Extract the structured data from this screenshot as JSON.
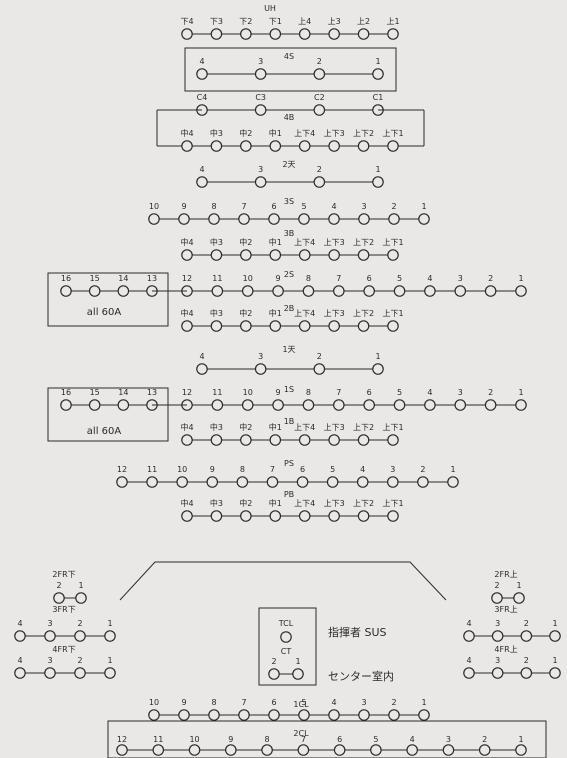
{
  "page": {
    "background": "#e9e8e6",
    "ink": "#2a2a2a"
  },
  "rows": [
    {
      "title": "UH",
      "labels": [
        "下4",
        "下3",
        "下2",
        "下1",
        "上4",
        "上3",
        "上2",
        "上1"
      ]
    },
    {
      "title": "4S",
      "labels": [
        "4",
        "3",
        "2",
        "1"
      ]
    },
    {
      "title": "4B",
      "top_labels": [
        "C4",
        "C3",
        "C2",
        "C1"
      ],
      "labels": [
        "中4",
        "中3",
        "中2",
        "中1",
        "上下4",
        "上下3",
        "上下2",
        "上下1"
      ]
    },
    {
      "title": "2天",
      "labels": [
        "4",
        "3",
        "2",
        "1"
      ]
    },
    {
      "title": "3S",
      "labels": [
        "10",
        "9",
        "8",
        "7",
        "6",
        "5",
        "4",
        "3",
        "2",
        "1"
      ]
    },
    {
      "title": "3B",
      "labels": [
        "中4",
        "中3",
        "中2",
        "中1",
        "上下4",
        "上下3",
        "上下2",
        "上下1"
      ]
    },
    {
      "title": "2S",
      "labels": [
        "12",
        "11",
        "10",
        "9",
        "8",
        "7",
        "6",
        "5",
        "4",
        "3",
        "2",
        "1"
      ]
    },
    {
      "title": "2B",
      "labels": [
        "中4",
        "中3",
        "中2",
        "中1",
        "上下4",
        "上下3",
        "上下2",
        "上下1"
      ]
    },
    {
      "title": "1天",
      "labels": [
        "4",
        "3",
        "2",
        "1"
      ]
    },
    {
      "title": "1S",
      "labels": [
        "12",
        "11",
        "10",
        "9",
        "8",
        "7",
        "6",
        "5",
        "4",
        "3",
        "2",
        "1"
      ]
    },
    {
      "title": "1B",
      "labels": [
        "中4",
        "中3",
        "中2",
        "中1",
        "上下4",
        "上下3",
        "上下2",
        "上下1"
      ]
    },
    {
      "title": "PS",
      "labels": [
        "12",
        "11",
        "10",
        "9",
        "8",
        "7",
        "6",
        "5",
        "4",
        "3",
        "2",
        "1"
      ]
    },
    {
      "title": "PB",
      "labels": [
        "中4",
        "中3",
        "中2",
        "中1",
        "上下4",
        "上下3",
        "上下2",
        "上下1"
      ]
    },
    {
      "title": "1CL",
      "labels": [
        "10",
        "9",
        "8",
        "7",
        "6",
        "5",
        "4",
        "3",
        "2",
        "1"
      ]
    },
    {
      "title": "2CL",
      "labels": [
        "12",
        "11",
        "10",
        "9",
        "8",
        "7",
        "6",
        "5",
        "4",
        "3",
        "2",
        "1"
      ]
    }
  ],
  "boxes": [
    {
      "labels": [
        "16",
        "15",
        "14",
        "13"
      ],
      "caption": "all 60A"
    },
    {
      "labels": [
        "16",
        "15",
        "14",
        "13"
      ],
      "caption": "all 60A"
    }
  ],
  "side_left": [
    {
      "title": "2FR下",
      "labels": [
        "2",
        "1"
      ]
    },
    {
      "title": "3FR下",
      "labels": [
        "4",
        "3",
        "2",
        "1"
      ]
    },
    {
      "title": "4FR下",
      "labels": [
        "4",
        "3",
        "2",
        "1"
      ]
    }
  ],
  "side_right": [
    {
      "title": "2FR上",
      "labels": [
        "2",
        "1"
      ]
    },
    {
      "title": "3FR上",
      "labels": [
        "4",
        "3",
        "2",
        "1"
      ]
    },
    {
      "title": "4FR上",
      "labels": [
        "4",
        "3",
        "2",
        "1"
      ]
    }
  ],
  "center": {
    "tcl": "TCL",
    "ct": "CT",
    "ct_labels": [
      "2",
      "1"
    ],
    "sus_label": "指揮者 SUS",
    "room_label": "センター室内"
  }
}
